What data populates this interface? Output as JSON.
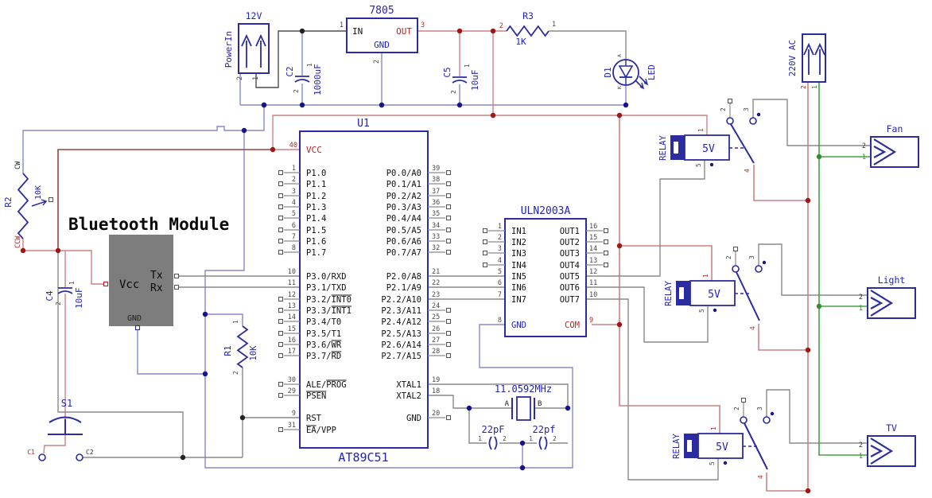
{
  "schematic": {
    "accent_colors": {
      "component_blue": "#2b2ba2",
      "label_blue": "#2323bb",
      "wire_salmon": "#cb8383",
      "wire_maroon": "#96403c",
      "wire_purple": "#8888cc",
      "wire_gray": "#8a8a8a",
      "wire_green": "#45a045",
      "dot_navy": "#14148e",
      "dot_red": "#a31515",
      "dot_green": "#2f8f2f",
      "text_red": "#bb2222",
      "bt_box_gray": "#7d7d7d"
    },
    "power_connector": {
      "value": "12V",
      "name": "PowerIn",
      "pin2": "2",
      "pin1": "1"
    },
    "regulator": {
      "part": "7805",
      "in": "IN",
      "out": "OUT",
      "gnd": "GND",
      "pin_in": "1",
      "pin_out": "3",
      "pin_gnd": "2"
    },
    "c2": {
      "ref": "C2",
      "value": "1000uF",
      "p1": "1",
      "p2": "2"
    },
    "c5": {
      "ref": "C5",
      "value": "10uF",
      "p1": "1",
      "p2": "2"
    },
    "r3": {
      "ref": "R3",
      "value": "1K",
      "p1": "1",
      "p2": "2"
    },
    "led": {
      "ref": "D1",
      "value": "LED",
      "anode": "A",
      "cathode": "K"
    },
    "pot": {
      "ref": "R2",
      "value": "10K",
      "cw": "CW",
      "ccw": "CCW"
    },
    "bluetooth": {
      "title": "Bluetooth Module",
      "vcc": "Vcc",
      "tx": "Tx",
      "rx": "Rx",
      "gnd": "GND"
    },
    "c4": {
      "ref": "C4",
      "value": "10uF",
      "p1": "1",
      "p2": "2"
    },
    "r1": {
      "ref": "R1",
      "value": "10K",
      "p1": "1",
      "p2": "2"
    },
    "s1": {
      "ref": "S1",
      "t1": "C1",
      "t2": "C2"
    },
    "mcu": {
      "ref": "U1",
      "part": "AT89C51",
      "vcc": {
        "num": "40",
        "name": "VCC"
      },
      "left": [
        {
          "num": "1",
          "t": "P1.0",
          "pad": true
        },
        {
          "num": "2",
          "t": "P1.1",
          "pad": true
        },
        {
          "num": "3",
          "t": "P1.2",
          "pad": true
        },
        {
          "num": "4",
          "t": "P1.3",
          "pad": true
        },
        {
          "num": "5",
          "t": "P1.4",
          "pad": true
        },
        {
          "num": "6",
          "t": "P1.5",
          "pad": true
        },
        {
          "num": "7",
          "t": "P1.6",
          "pad": true
        },
        {
          "num": "8",
          "t": "P1.7",
          "pad": true
        },
        {
          "num": "10",
          "t": "P3.0/RXD",
          "pad": false
        },
        {
          "num": "11",
          "t": "P3.1/TXD",
          "pad": false
        },
        {
          "num": "12",
          "t": "P3.2/",
          "o": "INT0",
          "pad": true
        },
        {
          "num": "13",
          "t": "P3.3/",
          "o": "INT1",
          "pad": true
        },
        {
          "num": "14",
          "t": "P3.4/T0",
          "pad": true
        },
        {
          "num": "15",
          "t": "P3.5/T1",
          "pad": true
        },
        {
          "num": "16",
          "t": "P3.6/",
          "o": "WR",
          "pad": true
        },
        {
          "num": "17",
          "t": "P3.7/",
          "o": "RD",
          "pad": true
        },
        {
          "num": "30",
          "t": "ALE/",
          "o": "PROG",
          "pad": true
        },
        {
          "num": "29",
          "t": "",
          "o": "PSEN",
          "pad": true
        },
        {
          "num": "9",
          "t": "RST",
          "pad": false
        },
        {
          "num": "31",
          "t": "",
          "o": "EA",
          "s": "/VPP",
          "pad": true
        }
      ],
      "right": [
        {
          "num": "39",
          "t": "P0.0/A0",
          "pad": true
        },
        {
          "num": "38",
          "t": "P0.1/A1",
          "pad": true
        },
        {
          "num": "37",
          "t": "P0.2/A2",
          "pad": true
        },
        {
          "num": "36",
          "t": "P0.3/A3",
          "pad": true
        },
        {
          "num": "35",
          "t": "P0.4/A4",
          "pad": true
        },
        {
          "num": "34",
          "t": "P0.5/A5",
          "pad": true
        },
        {
          "num": "33",
          "t": "P0.6/A6",
          "pad": true
        },
        {
          "num": "32",
          "t": "P0.7/A7",
          "pad": true
        },
        {
          "num": "21",
          "t": "P2.0/A8",
          "pad": false
        },
        {
          "num": "22",
          "t": "P2.1/A9",
          "pad": false
        },
        {
          "num": "23",
          "t": "P2.2/A10",
          "pad": false
        },
        {
          "num": "24",
          "t": "P2.3/A11",
          "pad": true
        },
        {
          "num": "25",
          "t": "P2.4/A12",
          "pad": true
        },
        {
          "num": "26",
          "t": "P2.5/A13",
          "pad": true
        },
        {
          "num": "27",
          "t": "P2.6/A14",
          "pad": true
        },
        {
          "num": "28",
          "t": "P2.7/A15",
          "pad": true
        },
        {
          "num": "19",
          "t": "XTAL1",
          "pad": false
        },
        {
          "num": "18",
          "t": "XTAL2",
          "pad": false
        },
        {
          "num": "20",
          "t": "GND",
          "pad": true
        }
      ]
    },
    "driver": {
      "part": "ULN2003A",
      "left": [
        {
          "num": "1",
          "t": "IN1",
          "pad": true
        },
        {
          "num": "2",
          "t": "IN2",
          "pad": true
        },
        {
          "num": "3",
          "t": "IN3",
          "pad": true
        },
        {
          "num": "4",
          "t": "IN4",
          "pad": true
        },
        {
          "num": "5",
          "t": "IN5",
          "pad": false
        },
        {
          "num": "6",
          "t": "IN6",
          "pad": false
        },
        {
          "num": "7",
          "t": "IN7",
          "pad": false
        }
      ],
      "right": [
        {
          "num": "16",
          "t": "OUT1",
          "pad": true
        },
        {
          "num": "15",
          "t": "OUT2",
          "pad": true
        },
        {
          "num": "14",
          "t": "OUT3",
          "pad": true
        },
        {
          "num": "13",
          "t": "OUT4",
          "pad": true
        },
        {
          "num": "12",
          "t": "OUT5",
          "pad": false
        },
        {
          "num": "11",
          "t": "OUT6",
          "pad": false
        },
        {
          "num": "10",
          "t": "OUT7",
          "pad": false
        }
      ],
      "gnd": {
        "num": "8",
        "name": "GND"
      },
      "com": {
        "num": "9",
        "name": "COM"
      }
    },
    "crystal": {
      "value": "11.0592MHz",
      "a": "A",
      "b": "B"
    },
    "load_caps": [
      {
        "value": "22pF",
        "p1": "1",
        "p2": "2"
      },
      {
        "value": "22pf",
        "p1": "1",
        "p2": "2"
      }
    ],
    "relays": [
      {
        "label": "RELAY",
        "coil": "5V",
        "pin_coil_top": "1",
        "pin_coil_bot": "5",
        "pin_nc": "2",
        "pin_no": "3",
        "pin_com": "4"
      },
      {
        "label": "RELAY",
        "coil": "5V",
        "pin_coil_top": "1",
        "pin_coil_bot": "5",
        "pin_nc": "2",
        "pin_no": "3",
        "pin_com": "4"
      },
      {
        "label": "RELAY",
        "coil": "5V",
        "pin_coil_top": "1",
        "pin_coil_bot": "5",
        "pin_nc": "2",
        "pin_no": "3",
        "pin_com": "4"
      }
    ],
    "mains_connector": {
      "label": "220V AC",
      "pin2": "2",
      "pin1": "1"
    },
    "loads": [
      {
        "label": "Fan",
        "p2": "2",
        "p1": "1"
      },
      {
        "label": "Light",
        "p2": "2",
        "p1": "1"
      },
      {
        "label": "TV",
        "p2": "2",
        "p1": "1"
      }
    ]
  }
}
